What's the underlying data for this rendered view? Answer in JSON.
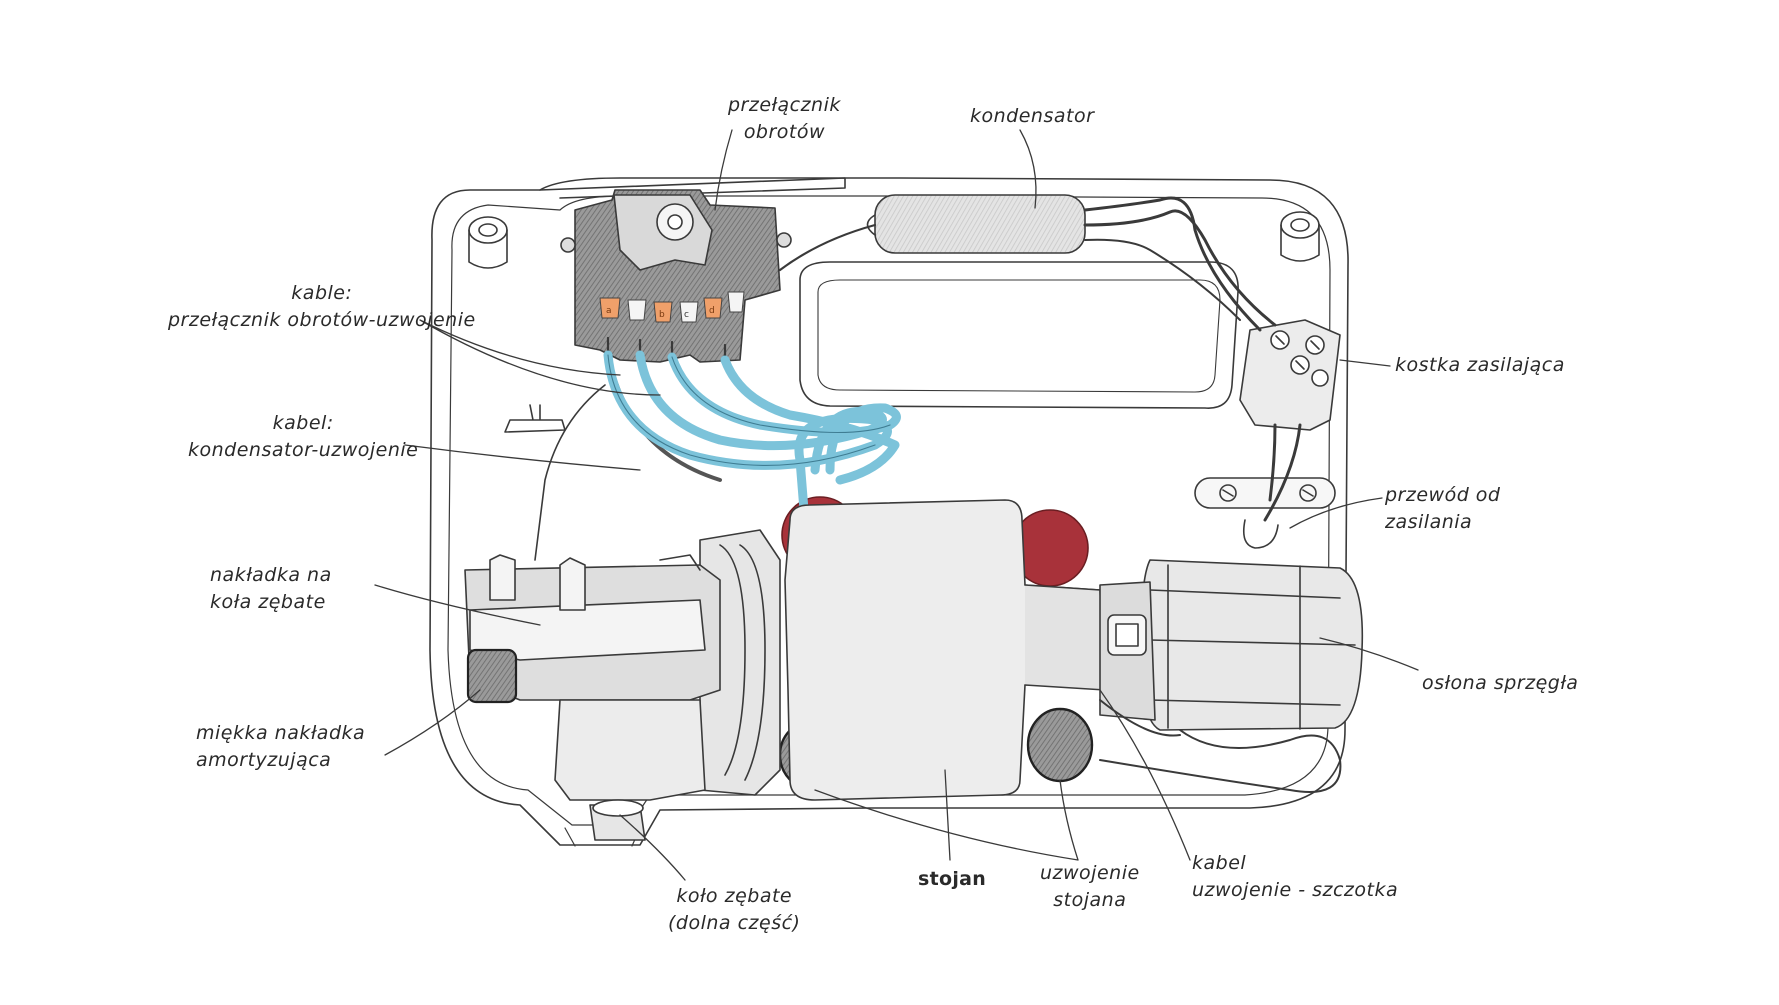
{
  "labels": {
    "speed_switch": [
      "przełącznik",
      "obrotów"
    ],
    "capacitor": "kondensator",
    "cables_switch_winding": [
      "kable:",
      "przełącznik obrotów-uzwojenie"
    ],
    "cable_capacitor_winding": [
      "kabel:",
      "kondensator-uzwojenie"
    ],
    "terminal_block": "kostka zasilająca",
    "power_lead": [
      "przewód od",
      "zasilania"
    ],
    "gear_cap": [
      "nakładka na",
      "koła zębate"
    ],
    "clutch_cover": "osłona sprzęgła",
    "soft_damper": [
      "miękka nakładka",
      "amortyzująca"
    ],
    "gear_lower": [
      "koło zębate",
      "(dolna część)"
    ],
    "stator": "stojan",
    "stator_winding": [
      "uzwojenie",
      "stojana"
    ],
    "cable_winding_brush": [
      "kabel",
      "uzwojenie - szczotka"
    ]
  },
  "switch_terminals": [
    "a",
    "b",
    "c",
    "d"
  ],
  "colors": {
    "outline": "#3a3a3a",
    "blue_wire": "#7cc3da",
    "winding_red": "#a8323a",
    "terminal_orange": "#f0a06a",
    "winding_dark": "#3b3b3b",
    "switch_body": "#8d8d8d"
  }
}
